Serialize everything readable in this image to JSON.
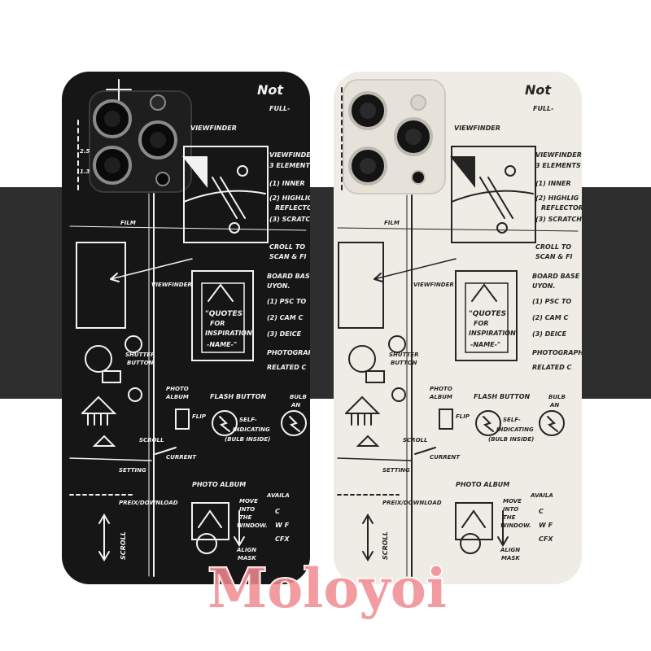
{
  "colors": {
    "page_background": "#ffffff",
    "band": "#2e2e2e",
    "case_black": "#161616",
    "case_white": "#efece5",
    "sketch_on_black": "#f2f2f2",
    "sketch_on_white": "#242424",
    "watermark": "#f08a8f"
  },
  "watermark": {
    "text": "Moloyoi"
  },
  "sketch": {
    "not": "Not",
    "full": "FULL-",
    "viewfinder": "VIEWFINDER",
    "viewfinder_elements": [
      "VIEWFINDER",
      "3 ELEMENTS",
      "(1) INNER",
      "(2) HIGHLIG",
      "REFLECTOR",
      "(3) SCRATCH"
    ],
    "scroll_to_scan": [
      "CROLL TO",
      "SCAN & FI"
    ],
    "board": [
      "BOARD BASE",
      "UYON."
    ],
    "list": [
      "(1) PSC TO",
      "(2) CAM C",
      "(3) DEICE"
    ],
    "photograph": [
      "PHOTOGRAPH",
      "RELATED C"
    ],
    "film": "FILM",
    "viewfinder_small": "VIEWFINDER",
    "quotes": [
      "\"QUOTES",
      "FOR",
      "INSPIRATION",
      "-NAME-\""
    ],
    "shutter": [
      "SHUTTER",
      "BUTTON"
    ],
    "photo_album": [
      "PHOTO",
      "ALBUM"
    ],
    "flash_button": "FLASH BUTTON",
    "bulb": [
      "BULB",
      "AN"
    ],
    "flip": "FLIP",
    "self_indicating": [
      "SELF-",
      "INDICATING",
      "(BULB INSIDE)"
    ],
    "scroll": "SCROLL",
    "current": "CURRENT",
    "setting": "SETTING",
    "photo_album_header": "PHOTO ALBUM",
    "download": "PREIX/DOWNLOAD",
    "move_window": [
      "MOVE",
      "INTO",
      "THE",
      "WINDOW."
    ],
    "avail": [
      "AVAILA",
      "C",
      "W F",
      "CFX"
    ],
    "scroll_vertical": "SCROLL",
    "align_mask": [
      "ALIGN",
      "MASK"
    ],
    "plus_marks": [
      "2.5",
      "1.3"
    ]
  }
}
